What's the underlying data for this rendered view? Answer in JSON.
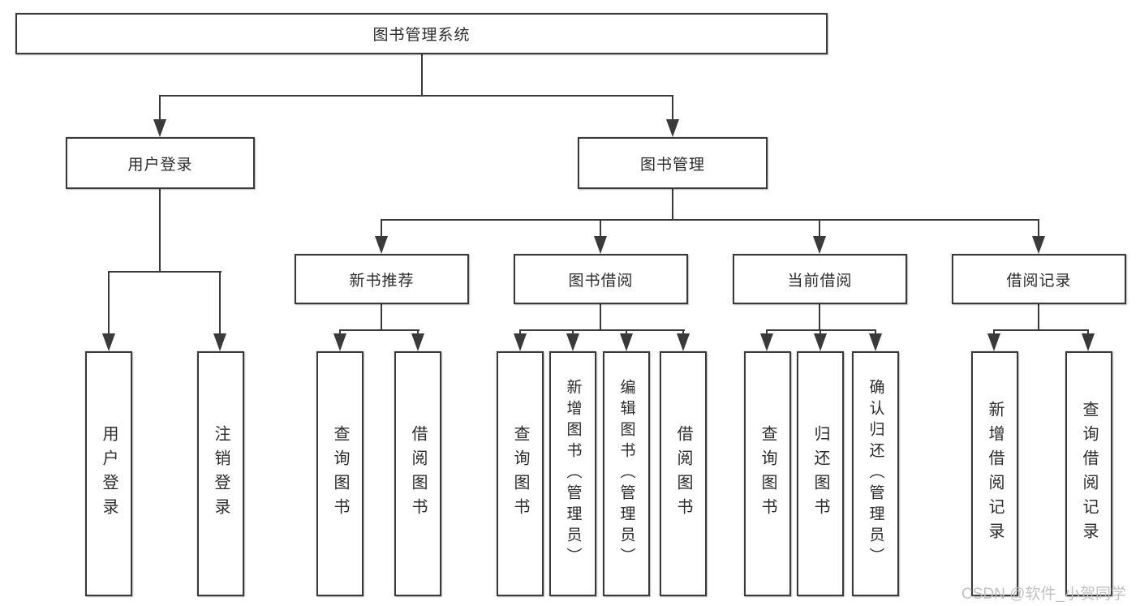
{
  "tree": {
    "root": {
      "label": "图书管理系统"
    },
    "branches": [
      {
        "label": "用户登录",
        "children": [
          {
            "label": "用户登录"
          },
          {
            "label": "注销登录"
          }
        ]
      },
      {
        "label": "图书管理",
        "children": [
          {
            "label": "新书推荐",
            "children": [
              {
                "label": "查询图书"
              },
              {
                "label": "借阅图书"
              }
            ]
          },
          {
            "label": "图书借阅",
            "children": [
              {
                "label": "查询图书"
              },
              {
                "label": "新增图书（管理员）"
              },
              {
                "label": "编辑图书（管理员）"
              },
              {
                "label": "借阅图书"
              }
            ]
          },
          {
            "label": "当前借阅",
            "children": [
              {
                "label": "查询图书"
              },
              {
                "label": "归还图书"
              },
              {
                "label": "确认归还（管理员）"
              }
            ]
          },
          {
            "label": "借阅记录",
            "children": [
              {
                "label": "新增借阅记录"
              },
              {
                "label": "查询借阅记录"
              }
            ]
          }
        ]
      }
    ]
  },
  "watermark": "CSDN @软件_小贺同学",
  "colors": {
    "line": "#3a3a3a",
    "box_border": "#3a3a3a",
    "text": "#2b2b2b",
    "background": "#ffffff",
    "watermark": "#bebebe"
  }
}
